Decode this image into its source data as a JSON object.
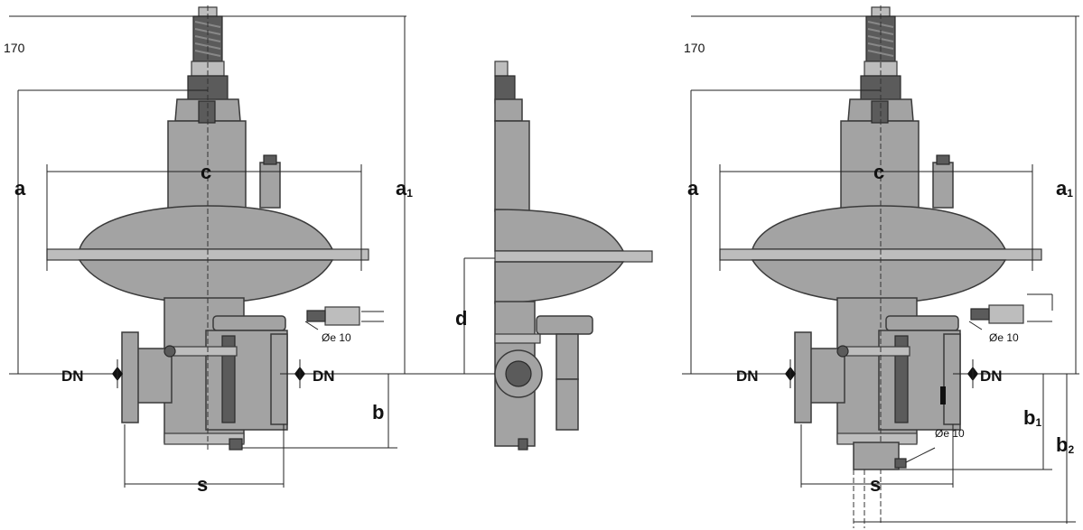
{
  "labels": {
    "height_170": "170",
    "dim_a": "a",
    "dim_a1": "a",
    "dim_a1_sub": "1",
    "dim_c": "c",
    "dim_d": "d",
    "dim_b": "b",
    "dim_b1": "b",
    "dim_b1_sub": "1",
    "dim_b2": "b",
    "dim_b2_sub": "2",
    "dim_s": "s",
    "dn_inlet": "DN",
    "dn_outlet": "DN",
    "diameter_10": "Øe 10"
  }
}
